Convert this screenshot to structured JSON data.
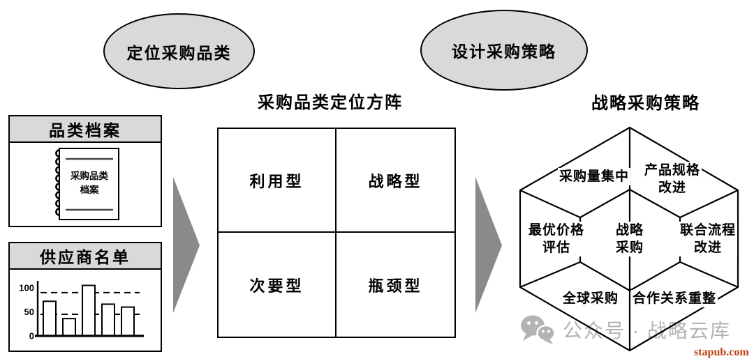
{
  "stages": {
    "position_category": "定位采购品类",
    "design_strategy": "设计采购策略"
  },
  "category_archive_box": {
    "header": "品类档案",
    "notebook": {
      "line1": "采购品类",
      "line2": "档案"
    }
  },
  "supplier_box": {
    "header": "供应商名单"
  },
  "chart_data": {
    "type": "bar",
    "title": "供应商名单",
    "categories": [
      "",
      "",
      "",
      "",
      ""
    ],
    "values": [
      72,
      36,
      105,
      66,
      60
    ],
    "yticks": [
      0,
      50,
      100
    ],
    "dashed_guides": [
      45,
      90
    ],
    "ylim": [
      0,
      115
    ],
    "xlabel": "",
    "ylabel": "",
    "bar_fill": "#ffffff",
    "bar_stroke": "#000000",
    "legend": "none",
    "grid": "dashed-horizontal"
  },
  "matrix": {
    "title": "采购品类定位方阵",
    "quadrants": {
      "top_left": "利用型",
      "top_right": "战略型",
      "bottom_left": "次要型",
      "bottom_right": "瓶颈型"
    }
  },
  "hexagon": {
    "title": "战略采购策略",
    "center_line1": "战略",
    "center_line2": "采购",
    "cells": {
      "top_left": "采购量集中",
      "top_right_line1": "产品规格",
      "top_right_line2": "改进",
      "left_line1": "最优价格",
      "left_line2": "评估",
      "right_line1": "联合流程",
      "right_line2": "改进",
      "bottom_left": "全球采购",
      "bottom_right": "合作关系重整"
    }
  },
  "watermark": {
    "account": "公众号 · 战略云库",
    "site": "stapub.com"
  },
  "colors": {
    "stage_fill": "#d9d9d9",
    "header_fill": "#d9d9d9",
    "arrow_gray": "#8a8a8a",
    "line_black": "#000000",
    "watermark_gray": "#b3b3b3",
    "site_orange": "#bc400e"
  }
}
